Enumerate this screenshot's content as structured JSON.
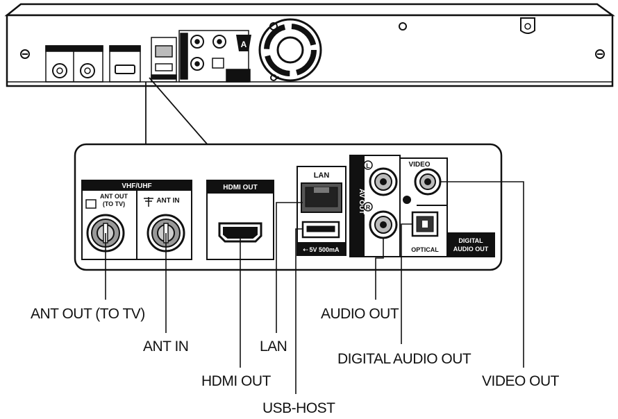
{
  "panel_labels": {
    "vhf_uhf": "VHF/UHF",
    "ant_out_line1": "ANT OUT",
    "ant_out_line2": "(TO TV)",
    "ant_in": "ANT IN",
    "hdmi_out": "HDMI OUT",
    "lan": "LAN",
    "usb_power": "5V 500mA",
    "av_out": "AV OUT",
    "audio_l": "L",
    "audio_r": "R",
    "video": "VIDEO",
    "optical": "OPTICAL",
    "digital_audio_out_line1": "DIGITAL",
    "digital_audio_out_line2": "AUDIO OUT"
  },
  "callouts": {
    "ant_out": "ANT OUT (TO TV)",
    "ant_in": "ANT IN",
    "hdmi_out": "HDMI OUT",
    "lan": "LAN",
    "usb_host": "USB-HOST",
    "audio_out": "AUDIO OUT",
    "digital_audio_out": "DIGITAL AUDIO OUT",
    "video_out": "VIDEO OUT"
  }
}
